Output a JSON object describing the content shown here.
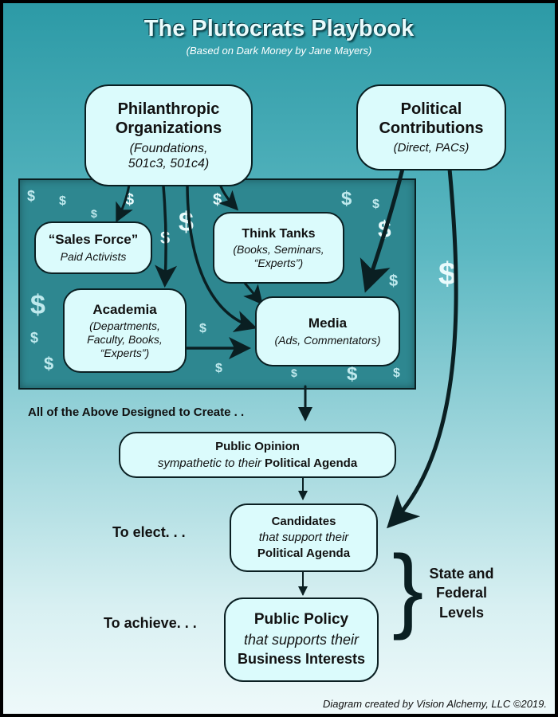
{
  "title": "The Plutocrats Playbook",
  "subtitle": "(Based on Dark Money by Jane Mayers)",
  "nodes": {
    "philanthropic": {
      "line1": "Philanthropic",
      "line2": "Organizations",
      "sub1": "(Foundations,",
      "sub2": "501c3, 501c4)"
    },
    "political": {
      "line1": "Political",
      "line2": "Contributions",
      "sub": "(Direct, PACs)"
    },
    "sales_force": {
      "title": "“Sales Force”",
      "sub": "Paid Activists"
    },
    "think_tanks": {
      "title": "Think Tanks",
      "sub1": "(Books, Seminars,",
      "sub2": "“Experts”)"
    },
    "academia": {
      "title": "Academia",
      "sub1": "(Departments,",
      "sub2": "Faculty, Books,",
      "sub3": "“Experts”)"
    },
    "media": {
      "title": "Media",
      "sub": "(Ads, Commentators)"
    },
    "public_opinion": {
      "title": "Public Opinion",
      "sub_italic": "sympathetic to their",
      "sub_bold": "Political Agenda"
    },
    "candidates": {
      "title": "Candidates",
      "sub": "that support their",
      "bold": "Political Agenda"
    },
    "public_policy": {
      "title": "Public Policy",
      "sub": "that supports their",
      "bold": "Business Interests"
    }
  },
  "notes": {
    "designed": "All of the Above Designed to Create . .",
    "to_elect": "To elect. . .",
    "to_achieve": "To achieve. . .",
    "levels1": "State and",
    "levels2": "Federal",
    "levels3": "Levels",
    "brace": "}"
  },
  "dollar_sign": "$",
  "credit": "Diagram created by Vision Alchemy, LLC ©2019.",
  "colors": {
    "box_fill": "#dbfbfc",
    "inner_panel": "#2e8790",
    "outline": "#0a1f22",
    "title_text": "#e9fbfc"
  }
}
